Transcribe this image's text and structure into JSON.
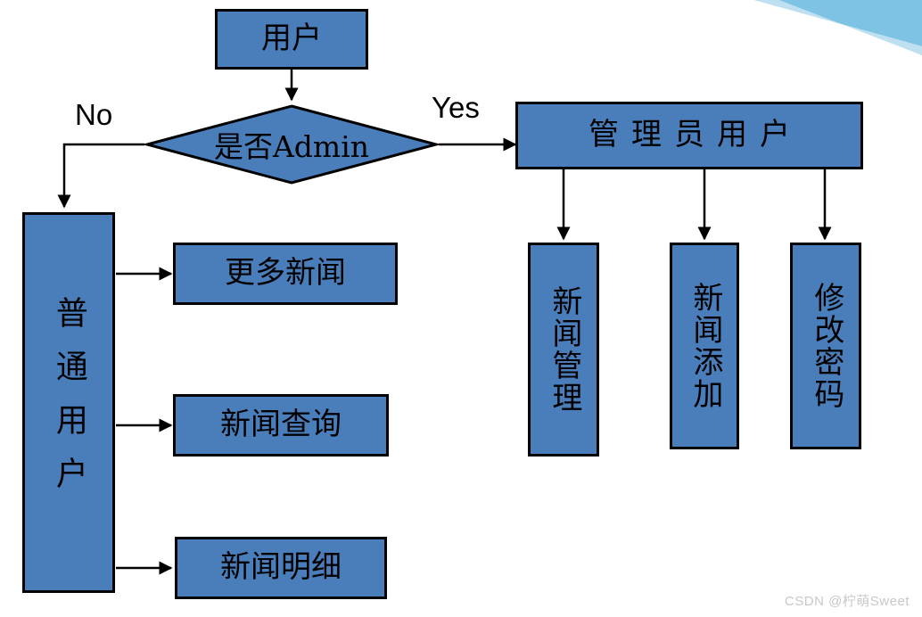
{
  "diagram": {
    "title_node": {
      "label": "用户"
    },
    "decision": {
      "label": "是否Admin"
    },
    "branches": {
      "no_label": "No",
      "yes_label": "Yes"
    },
    "admin_node": {
      "label": "管理员用户"
    },
    "normal_user_node": {
      "label": "普通用户"
    },
    "user_actions": [
      {
        "label": "更多新闻"
      },
      {
        "label": "新闻查询"
      },
      {
        "label": "新闻明细"
      }
    ],
    "admin_actions": [
      {
        "label": "新闻管理"
      },
      {
        "label": "新闻添加"
      },
      {
        "label": "修改密码"
      }
    ]
  },
  "watermark": {
    "text": "CSDN @柠萌Sweet"
  },
  "colors": {
    "node_fill": "#4a7ebb",
    "node_border": "#000000",
    "connector": "#000000",
    "band_dark": "#7ec3e3",
    "band_light": "#bfe0f0",
    "watermark": "#c8c8c8"
  }
}
